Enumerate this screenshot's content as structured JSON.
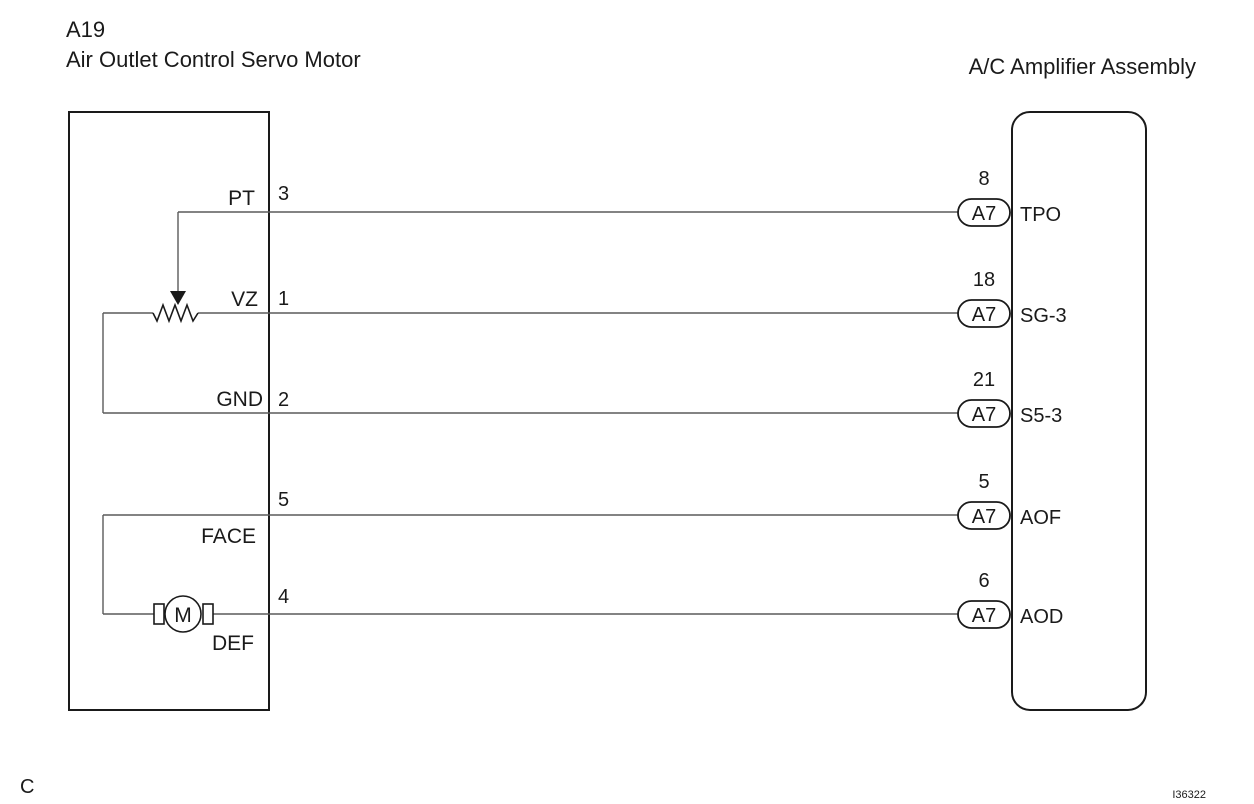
{
  "left_component": {
    "code": "A19",
    "name": "Air Outlet Control Servo Motor",
    "labels": {
      "pt": "PT",
      "vz": "VZ",
      "gnd": "GND",
      "face": "FACE",
      "def": "DEF"
    },
    "pins": {
      "pt": "3",
      "vz": "1",
      "gnd": "2",
      "face": "5",
      "def": "4"
    },
    "motor_symbol": "M"
  },
  "right_component": {
    "name": "A/C Amplifier Assembly",
    "connectors": [
      {
        "pin": "8",
        "connector": "A7",
        "terminal": "TPO"
      },
      {
        "pin": "18",
        "connector": "A7",
        "terminal": "SG-3"
      },
      {
        "pin": "21",
        "connector": "A7",
        "terminal": "S5-3"
      },
      {
        "pin": "5",
        "connector": "A7",
        "terminal": "AOF"
      },
      {
        "pin": "6",
        "connector": "A7",
        "terminal": "AOD"
      }
    ]
  },
  "footer": {
    "corner_letter": "C",
    "figure_code": "I36322"
  }
}
